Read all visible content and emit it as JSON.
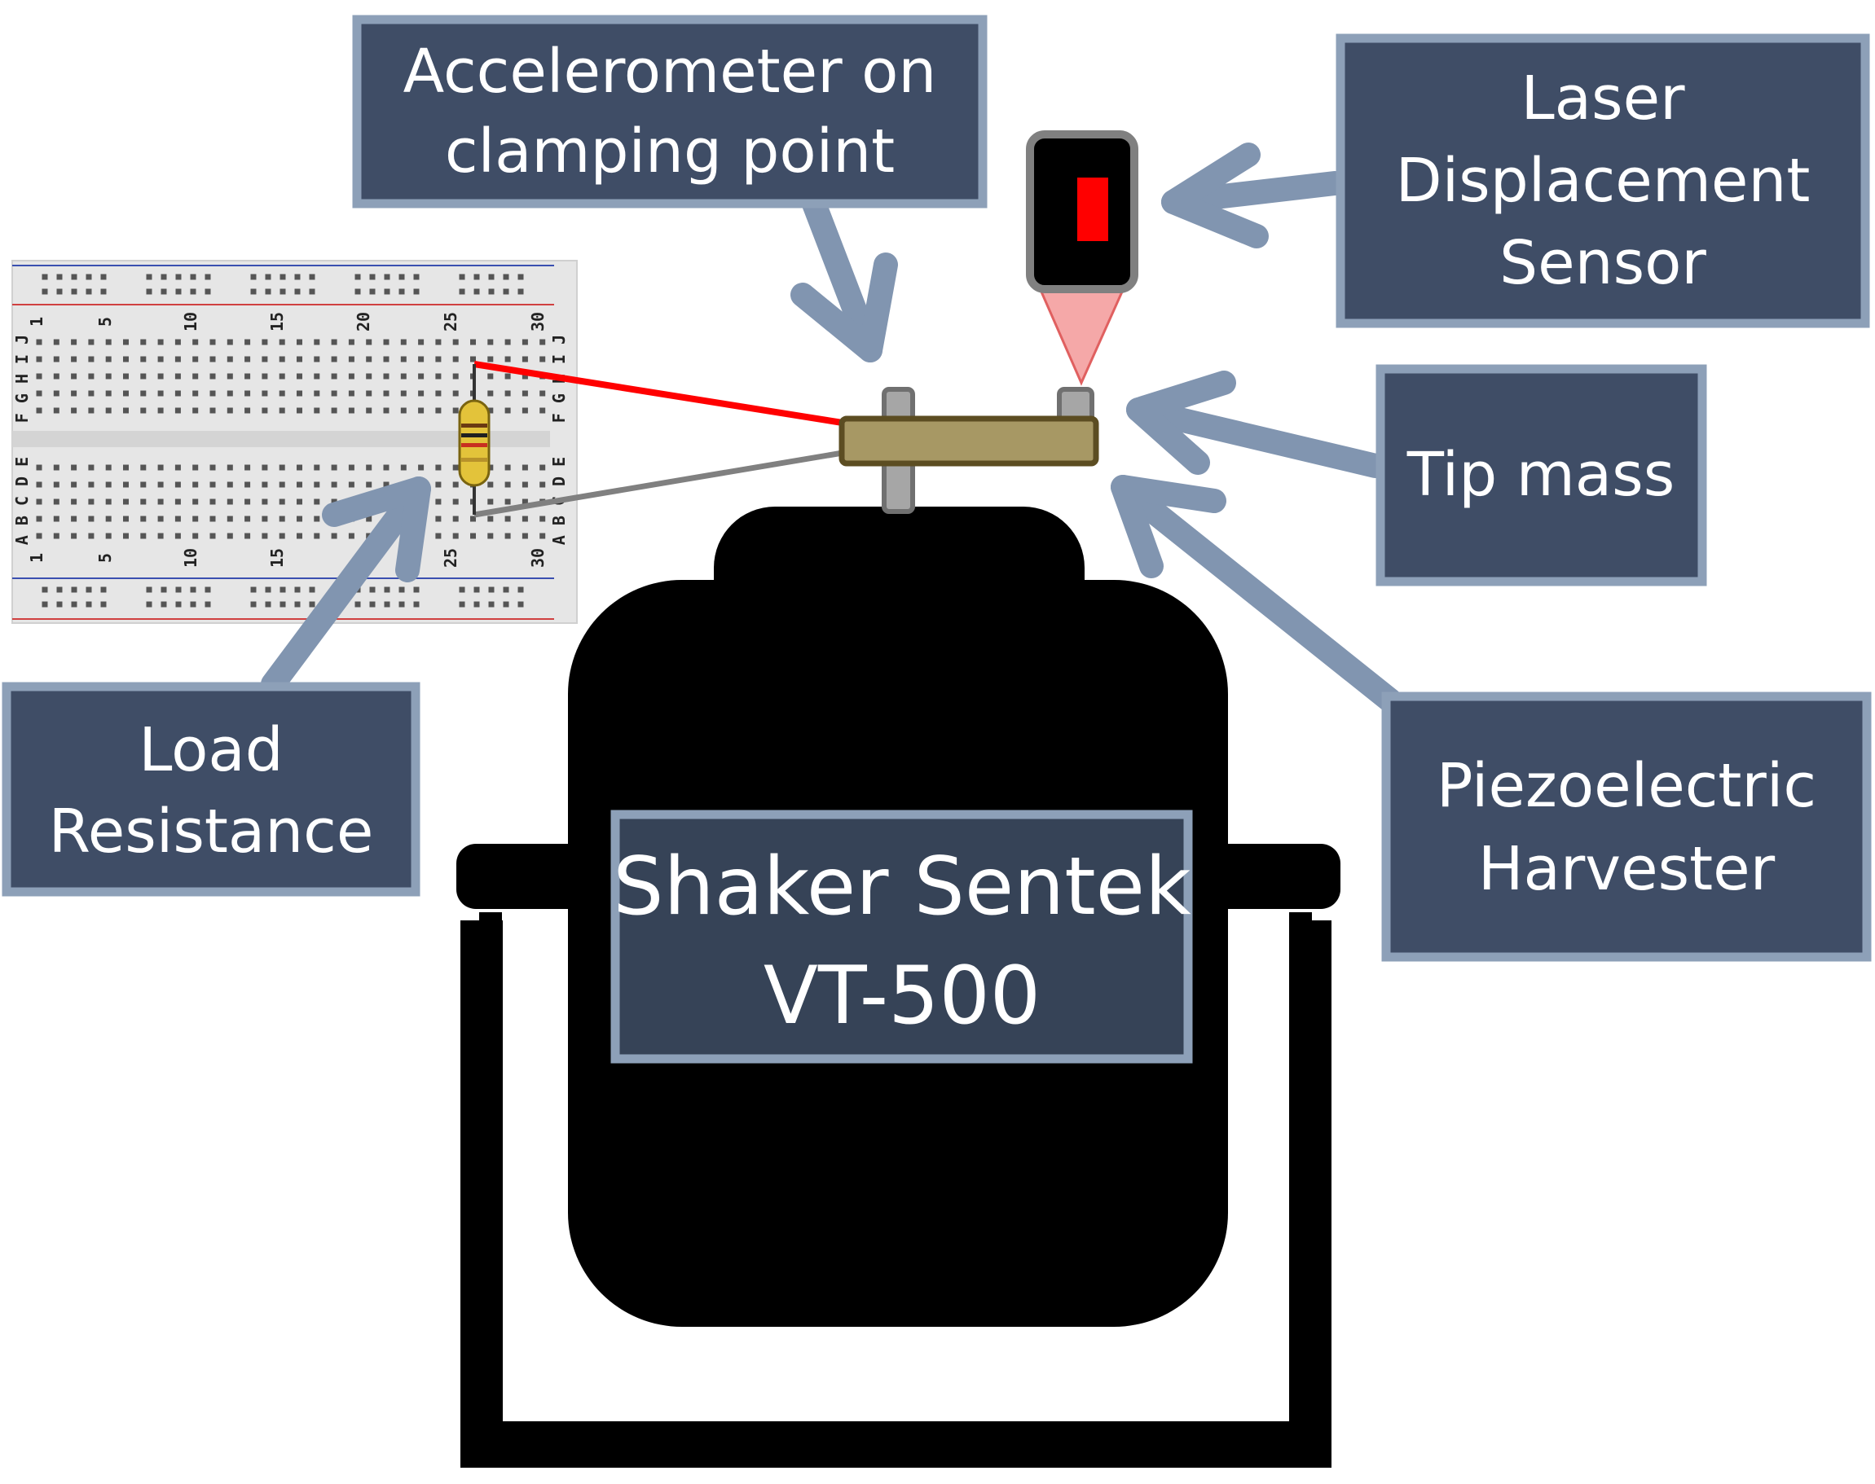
{
  "labels": {
    "accelerometer": [
      "Accelerometer on",
      "clamping point"
    ],
    "laser": [
      "Laser",
      "Displacement",
      "Sensor"
    ],
    "tip_mass": [
      "Tip mass"
    ],
    "load_resistance": [
      "Load",
      "Resistance"
    ],
    "piezo": [
      "Piezoelectric",
      "Harvester"
    ],
    "shaker": [
      "Shaker Sentek",
      "VT-500"
    ]
  },
  "breadboard": {
    "column_numbers": [
      "1",
      "5",
      "10",
      "15",
      "20",
      "25",
      "30"
    ],
    "row_letters_top": "F G H I J",
    "row_letters_bottom": "A B C D E"
  },
  "colors": {
    "label_fill": "#3f4d66",
    "label_border": "#8da0b8",
    "arrow": "#8195b0",
    "shaker": "#000000",
    "beam_fill": "#a79864",
    "beam_border": "#5c4d22",
    "laser_beam": "#f5a8a8",
    "laser_indicator": "#ff0000",
    "wire_red": "#ff0000",
    "wire_gray": "#808080",
    "breadboard": "#e6e6e6"
  },
  "icons": {
    "shaker": "shaker-body-icon",
    "laser": "laser-sensor-icon",
    "resistor": "resistor-icon",
    "breadboard": "breadboard-icon"
  }
}
